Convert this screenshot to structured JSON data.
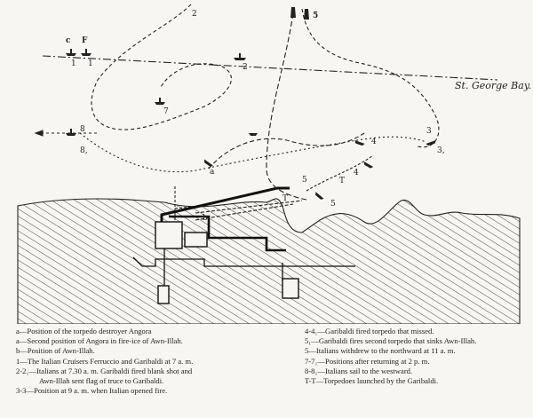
{
  "place_label": "St. George Bay.",
  "map_marks": {
    "c": "c",
    "f": "F",
    "one_a": "1",
    "one_b": "1",
    "two": "2",
    "three": "3",
    "three_a": "3,",
    "four": "4",
    "four_a": "4",
    "five": "5",
    "five_a": "5",
    "seven": "7",
    "eight": "8",
    "eight_a": "8,",
    "a": "a",
    "b": "b",
    "t": "T",
    "t_a": "T",
    "top_two": "2",
    "top_five": "5"
  },
  "legend_left": [
    {
      "key": "a",
      "text": "—Position of the torpedo destroyer Angora"
    },
    {
      "key": "a",
      "text": "—Second position of Angora in fire-ice of Awn-Illah."
    },
    {
      "key": "b",
      "text": "—Position of Awn-Illah."
    },
    {
      "key": "1",
      "text": "—The Italian Cruisers Ferruccio and Garibaldi at 7 a. m."
    },
    {
      "key": "2-2₁",
      "text": "—Italians at 7.30 a. m.   Garibaldi fired blank shot and"
    },
    {
      "key": "",
      "text": "Awn-Illah sent flag of truce to Garibaldi."
    },
    {
      "key": "3-3",
      "text": "—Position at 9 a. m. when Italian opened fire."
    }
  ],
  "legend_right": [
    {
      "key": "4-4₁",
      "text": "—Garibaldi fired torpedo that missed."
    },
    {
      "key": "5₁",
      "text": "—Garibaldi fires second torpedo that sinks Awn-Illah."
    },
    {
      "key": "5",
      "text": "—Italians withdrew to the northward at 11 a. m."
    },
    {
      "key": "7-7₁",
      "text": "—Positions after returning at 2 p. m."
    },
    {
      "key": "8-8₁",
      "text": "—Italians sail to the westward."
    },
    {
      "key": "T-T",
      "text": "—Torpedoes launched by the Garibaldi."
    }
  ]
}
